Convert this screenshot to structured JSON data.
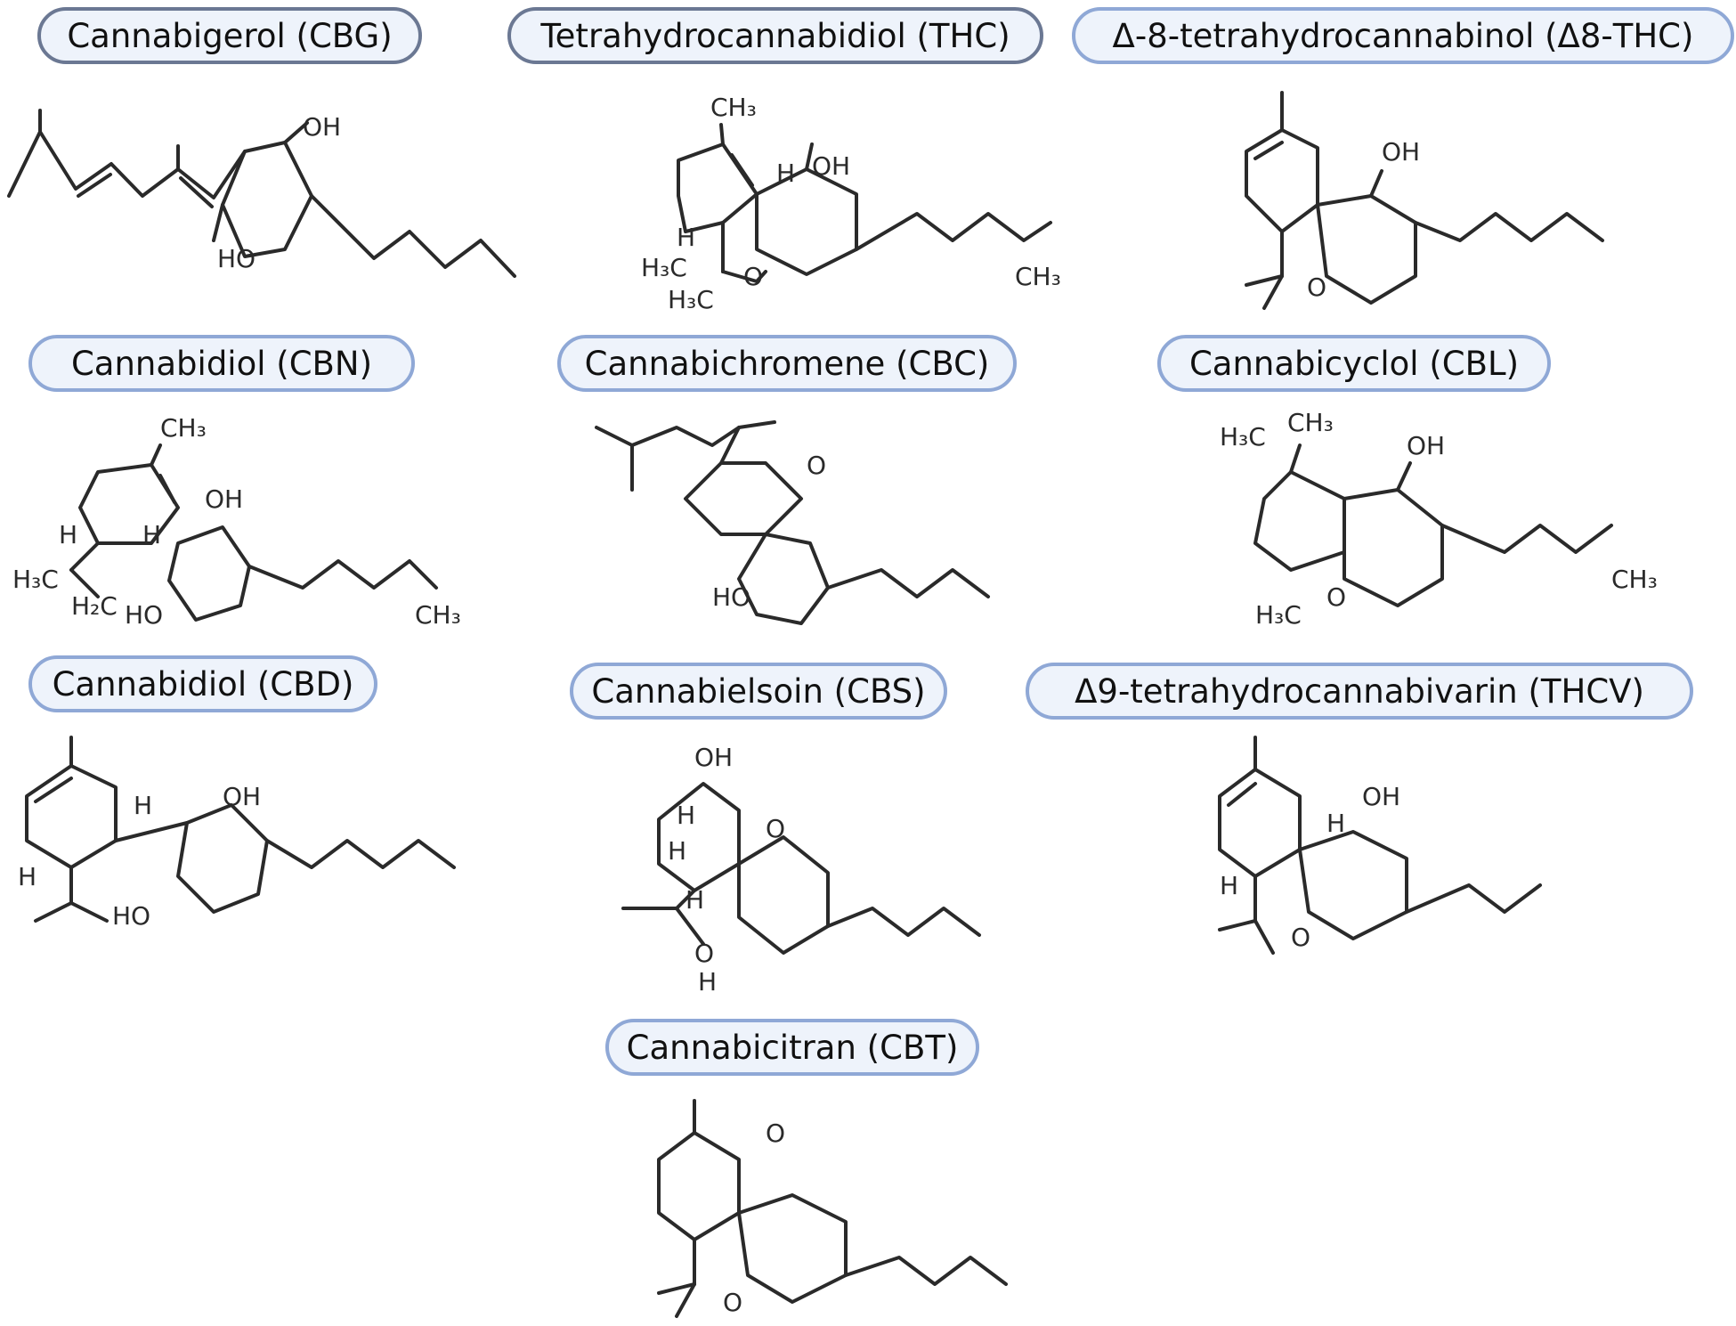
{
  "compounds": [
    {
      "name": "Cannabigerol (CBG)"
    },
    {
      "name": "Tetrahydrocannabidiol (THC)"
    },
    {
      "name": "Δ-8-tetrahydrocannabinol (Δ8-THC)"
    },
    {
      "name": "Cannabidiol (CBN)"
    },
    {
      "name": "Cannabichromene (CBC)"
    },
    {
      "name": "Cannabicyclol (CBL)"
    },
    {
      "name": "Cannabidiol (CBD)"
    },
    {
      "name": "Cannabielsoin (CBS)"
    },
    {
      "name": "Δ9-tetrahydrocannabivarin (THCV)"
    },
    {
      "name": "Cannabicitran (CBT)"
    }
  ],
  "atoms": {
    "oh": "OH",
    "ho": "HO",
    "o": "O",
    "h": "H",
    "ch3": "CH₃",
    "h3c": "H₃C",
    "h2c": "H₂C"
  },
  "colors": {
    "label_fill": "#eef3fb",
    "label_border": "#8fa8d6",
    "bond": "#2a2a2a"
  }
}
